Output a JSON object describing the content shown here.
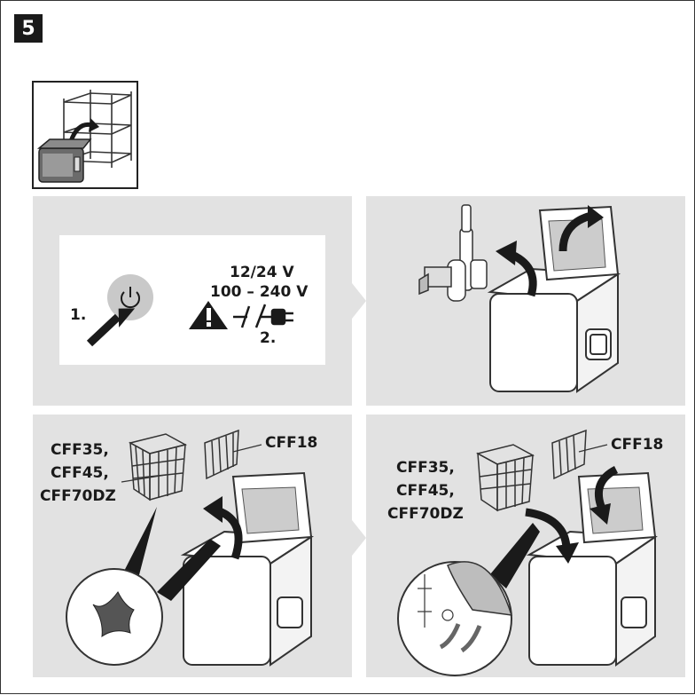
{
  "step": {
    "number": "5"
  },
  "panel1": {
    "voltage_dc": "12/24 V",
    "voltage_ac": "100 – 240 V",
    "step_1": "1.",
    "step_2": "2."
  },
  "panel3": {
    "models_basket": [
      "CFF35,",
      "CFF45,",
      "CFF70DZ"
    ],
    "model_divider": "CFF18"
  },
  "panel4": {
    "models_basket": [
      "CFF35,",
      "CFF45,",
      "CFF70DZ"
    ],
    "model_divider": "CFF18"
  },
  "icons": {
    "power": "power-button-icon",
    "warning": "warning-triangle-icon",
    "unplug": "unplug-icon"
  },
  "colors": {
    "panel_bg": "#e2e2e2",
    "ink": "#1a1a1a",
    "badge_bg": "#1a1a1a"
  }
}
